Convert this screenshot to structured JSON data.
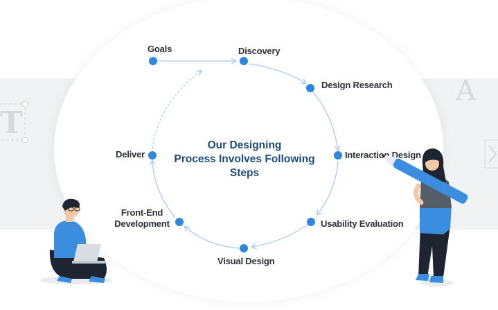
{
  "title_lines": [
    "Our Designing",
    "Process Involves Following",
    "Steps"
  ],
  "steps": {
    "goals": "Goals",
    "discovery": "Discovery",
    "design_research": "Design Research",
    "interaction_design": "Interaction Design",
    "usability_evaluation": "Usability Evaluation",
    "visual_design": "Visual Design",
    "front_end_line1": "Front-End",
    "front_end_line2": "Development",
    "deliver": "Deliver"
  },
  "decor": {
    "letter_left": "T",
    "letter_right": "A"
  },
  "colors": {
    "node": "#2f86dd",
    "arrow": "#a9cbef",
    "title": "#1e4a78",
    "band": "#f1f2f3",
    "figure_blue": "#3b8de0"
  }
}
